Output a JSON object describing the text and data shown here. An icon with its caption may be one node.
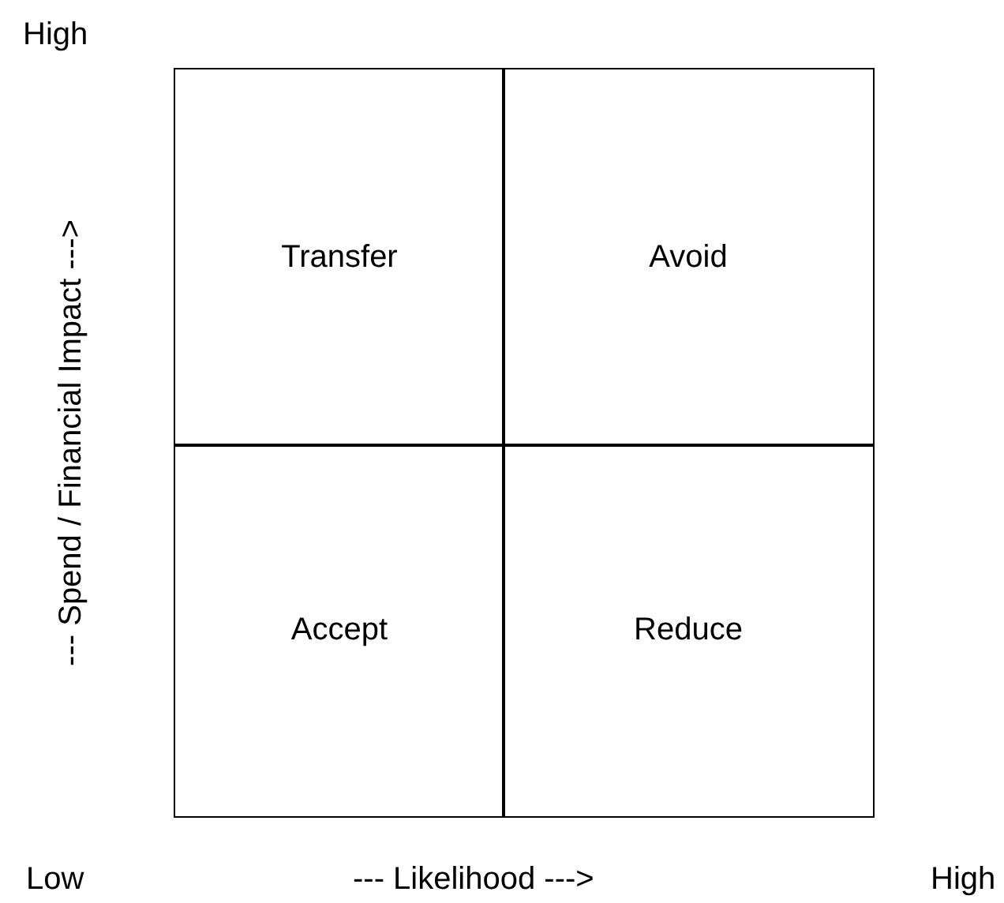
{
  "diagram": {
    "nodes": [
      {
        "text": [
          "Transfer"
        ]
      },
      {
        "text": [
          "Avoid"
        ]
      },
      {
        "text": [
          "Accept"
        ]
      },
      {
        "text": [
          "Reduce"
        ]
      }
    ],
    "labels": [
      "High",
      "--- Spend / Financial Impact --->",
      "Low",
      "--- Likelihood --->",
      "High"
    ]
  }
}
